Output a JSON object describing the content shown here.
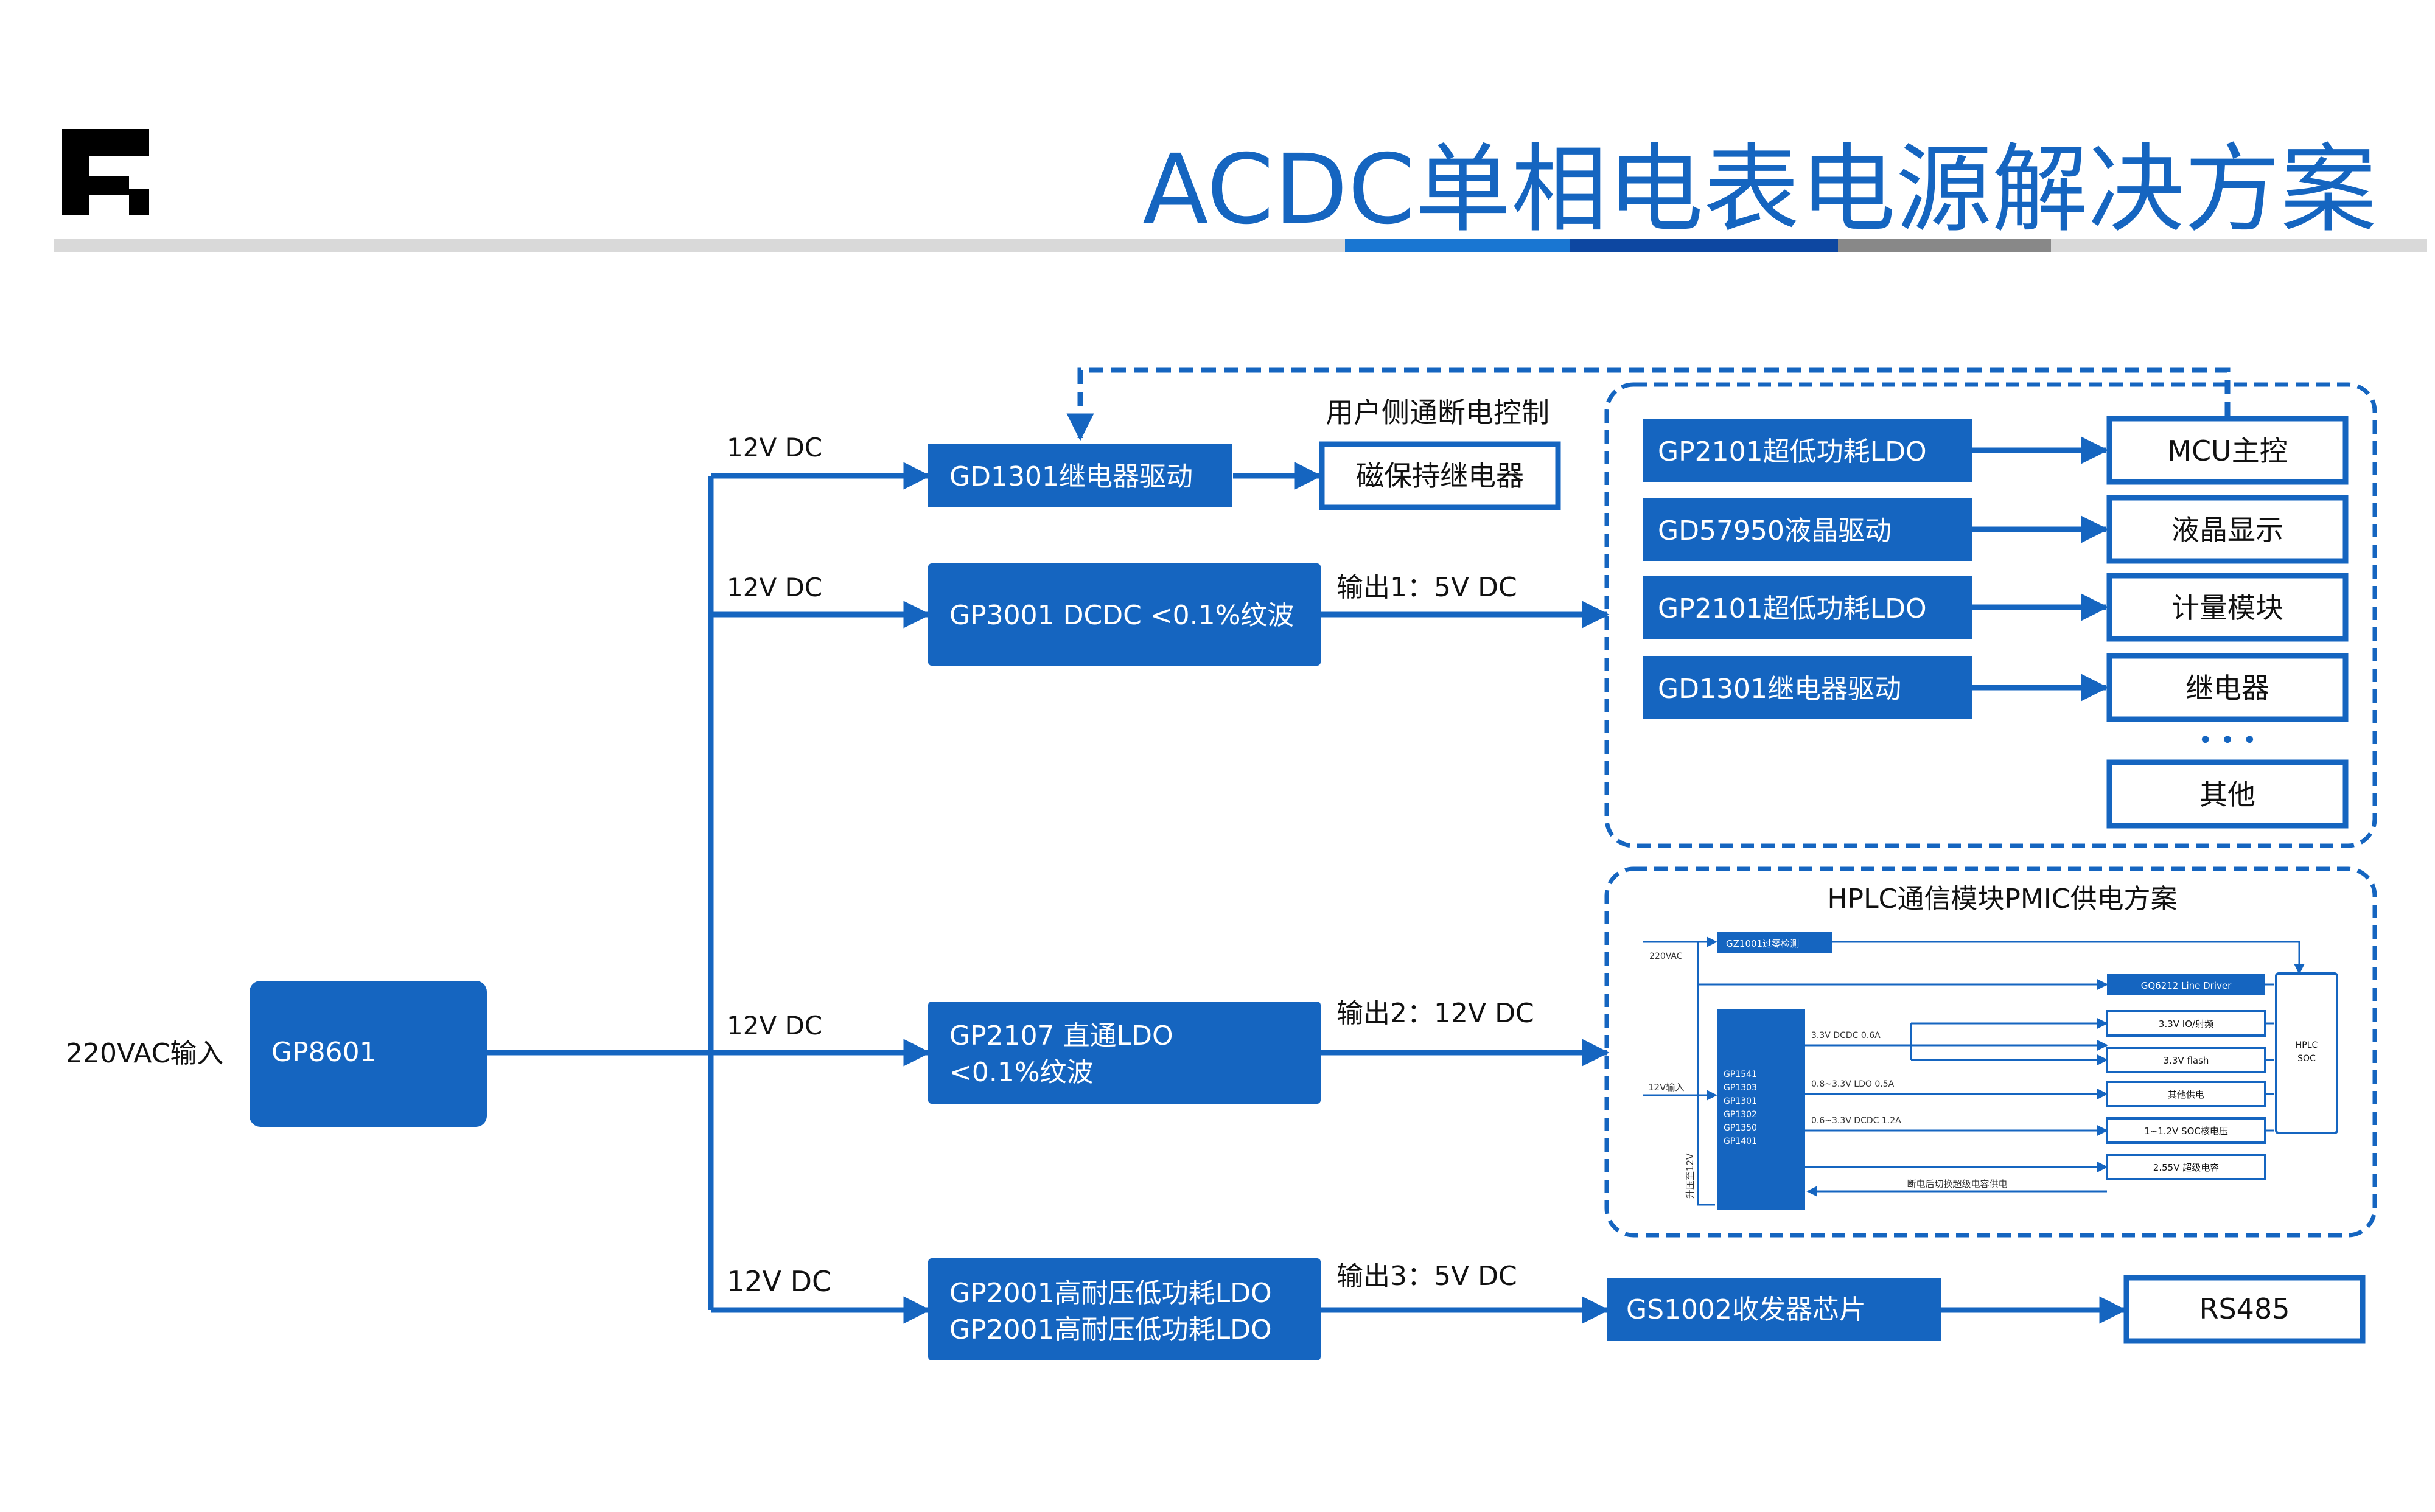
{
  "title": "ACDC单相电表电源解决方案",
  "colors": {
    "accent": "#1565c0",
    "dark": "#000000",
    "grey": "#888888",
    "light_grey": "#d9d9d9",
    "white": "#ffffff"
  },
  "input": {
    "label": "220VAC输入",
    "device": "GP8601"
  },
  "branch_labels": {
    "b1": "12V DC",
    "b2": "12V DC",
    "b3": "12V DC",
    "b4": "12V DC"
  },
  "row1": {
    "driver": "GD1301继电器驱动",
    "relay": "磁保持继电器",
    "caption": "用户侧通断电控制"
  },
  "row2": {
    "dcdc": "GP3001 DCDC <0.1%纹波",
    "output": "输出1：5V DC"
  },
  "meter_group": {
    "sources": [
      "GP2101超低功耗LDO",
      "GD57950液晶驱动",
      "GP2101超低功耗LDO",
      "GD1301继电器驱动"
    ],
    "loads": [
      "MCU主控",
      "液晶显示",
      "计量模块",
      "继电器",
      "其他"
    ],
    "ellipsis": "• • •"
  },
  "row3": {
    "ldo_line1": "GP2107 直通LDO",
    "ldo_line2": "<0.1%纹波",
    "output": "输出2：12V DC"
  },
  "hplc": {
    "title": "HPLC通信模块PMIC供电方案",
    "input_220": "220VAC",
    "zero_detect": "GZ1001过零检测",
    "input_12": "12V输入",
    "pmic_parts": [
      "GP1541",
      "GP1303",
      "GP1301",
      "GP1302",
      "GP1350",
      "GP1401"
    ],
    "line_driver": "GQ6212 Line Driver",
    "rails": [
      "3.3V DCDC 0.6A",
      "0.8~3.3V LDO 0.5A",
      "0.6~3.3V DCDC 1.2A"
    ],
    "loads": [
      "3.3V IO/射频",
      "3.3V flash",
      "其他供电",
      "1~1.2V SOC核电压",
      "2.55V 超级电容"
    ],
    "soc_line1": "HPLC",
    "soc_line2": "SOC",
    "boost_label": "升压至12V",
    "backup_label": "断电后切换超级电容供电"
  },
  "row4": {
    "ldo_line1": "GP2001高耐压低功耗LDO",
    "ldo_line2": "GP2001高耐压低功耗LDO",
    "output": "输出3：5V DC",
    "transceiver": "GS1002收发器芯片",
    "bus": "RS485"
  }
}
